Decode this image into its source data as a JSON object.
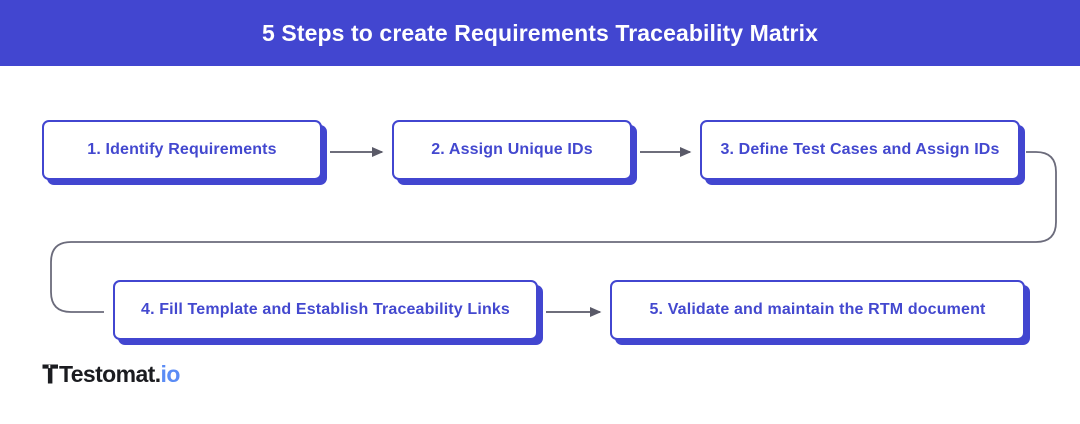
{
  "header": {
    "title": "5 Steps to create Requirements Traceability Matrix",
    "background_color": "#4246d0",
    "text_color": "#ffffff"
  },
  "theme": {
    "accent_blue": "#4246d0",
    "box_text_color": "#4348cf",
    "box_fill": "#ffffff",
    "connector_color": "#6b6b7b",
    "page_background": "#ffffff"
  },
  "flow": {
    "steps": [
      {
        "number": "1.",
        "text": "Identify Requirements",
        "label": "1. Identify Requirements"
      },
      {
        "number": "2.",
        "text": "Assign Unique IDs",
        "label": "2.  Assign Unique IDs"
      },
      {
        "number": "3.",
        "text": "Define Test Cases and Assign IDs",
        "label": "3. Define Test Cases and Assign IDs"
      },
      {
        "number": "4.",
        "text": "Fill Template and Establish Traceability Links",
        "label": "4. Fill Template and Establish Traceability Links"
      },
      {
        "number": "5.",
        "text": "Validate and maintain the RTM document",
        "label": "5. Validate and maintain the RTM document"
      }
    ],
    "connectors": [
      {
        "from": "1",
        "to": "2",
        "kind": "straight-arrow"
      },
      {
        "from": "2",
        "to": "3",
        "kind": "straight-arrow"
      },
      {
        "from": "3",
        "to": "4",
        "kind": "wrap-around-line"
      },
      {
        "from": "4",
        "to": "5",
        "kind": "straight-arrow"
      }
    ]
  },
  "logo": {
    "name_dark": "Testomat.",
    "name_accent": "io",
    "full": "Testomat.io"
  }
}
